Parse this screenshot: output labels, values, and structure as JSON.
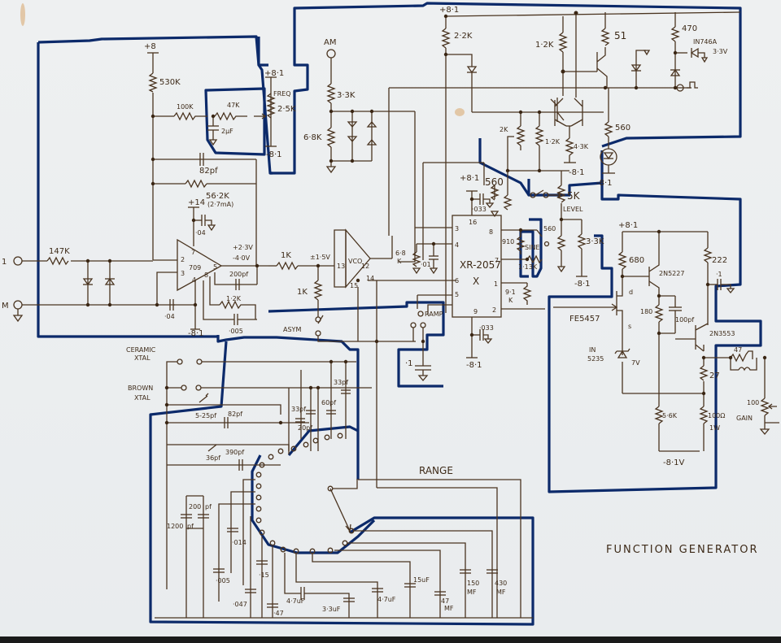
{
  "title": "FUNCTION GENERATOR",
  "range_label": "RANGE",
  "inputs": {
    "fm": "1",
    "common": "M",
    "am": "AM"
  },
  "supplies": {
    "p8": "+8",
    "p81": "+8·1",
    "m81": "-8·1",
    "p14": "+14",
    "m81v": "-8·1V"
  },
  "opamp": {
    "part": "709",
    "pins": [
      "2",
      "3",
      "7",
      "4",
      "5",
      "8"
    ],
    "out_levels": [
      "+2·3V",
      "-4·0V"
    ],
    "supply_current": "(2·7mA)"
  },
  "vco": {
    "label": "VCO",
    "pins": [
      "13",
      "12",
      "15",
      "14"
    ],
    "bias": "±1·5V"
  },
  "ic": {
    "part": "XR-2057",
    "mark": "X",
    "pins": [
      "3",
      "4",
      "6",
      "5",
      "16",
      "8",
      "7",
      "1",
      "9",
      "2"
    ]
  },
  "components": {
    "r530k": "530K",
    "r100k": "100K",
    "r47k": "47K",
    "pot_freq": "2·5K",
    "freq": "FREQ",
    "c2uf": "2μF",
    "c82pf": "82pf",
    "r562k": "56·2K",
    "c04a": "·04",
    "c04b": "·04",
    "r147k": "147K",
    "c200pf": "200pf",
    "r12k_a": "1·2K",
    "c005": "·005",
    "r33k_am": "3·3K",
    "r68k": "6·8K",
    "r22k": "2·2K",
    "r12k_b": "1·2K",
    "r51": "51",
    "r470": "470",
    "zener": "IN746A",
    "zener_v": "3·3V",
    "pot2k": "2K",
    "r12k_c": "1·2K",
    "r43k": "4·3K",
    "r560_led": "560",
    "r560_ic": "560",
    "c033a": "·033",
    "pot_level": "5K",
    "level": "LEVEL",
    "r33k_out": "3·3K",
    "r910": "910",
    "r560_sine": "560",
    "sine": "SINE",
    "r113k": "1·13K",
    "r91k": "9·1",
    "r91k_k": "K",
    "c033b": "·033",
    "r68k_ic": "6·8",
    "r68k_ic_k": "K",
    "c01": "·01",
    "r1k_a": "1K",
    "r1k_b": "1K",
    "asym": "ASYM",
    "ramp": "RAMP",
    "c1": "·1",
    "r680": "680",
    "q1": "2N5227",
    "jfet": "FE5457",
    "r180": "180",
    "c100pf": "100pf",
    "r222": "222",
    "c1b": "·1",
    "q2": "2N3553",
    "zener2a": "IN",
    "zener2b": "5235",
    "zener2v": "7V",
    "r27": "27",
    "r47": "47",
    "r56k": "5·6K",
    "r100w": "100Ω",
    "r100w_p": "1W",
    "pot_gain": "100",
    "gain": "GAIN",
    "d": "d",
    "s": "s"
  },
  "range_caps": {
    "xtal_ceramic": [
      "CERAMIC",
      "XTAL"
    ],
    "xtal_brown": [
      "BROWN",
      "XTAL"
    ],
    "trim1": "5-25pf",
    "c82": "82pf",
    "trim2": "36pf",
    "c390": "390pf",
    "c33pf": "33pf",
    "c60pf": "60pf",
    "c33pf_b": "33pf",
    "c20pf": "20pf",
    "c200pf": "200",
    "c200pf_u": "pf",
    "c1200": "1200",
    "c1200_u": "pf",
    "c005": "·005",
    "c014": "·014",
    "c047": "·047",
    "c15": "·15",
    "c47": "·47",
    "c47uf_a": "4·7uF",
    "c33uf": "3·3uF",
    "c47uf_b": "4·7uF",
    "c15uf": "15uF",
    "c47mf": "47",
    "c47mf_u": "MF",
    "c150": "150",
    "c150_u": "MF",
    "c430": "430",
    "c430_u": "MF"
  }
}
